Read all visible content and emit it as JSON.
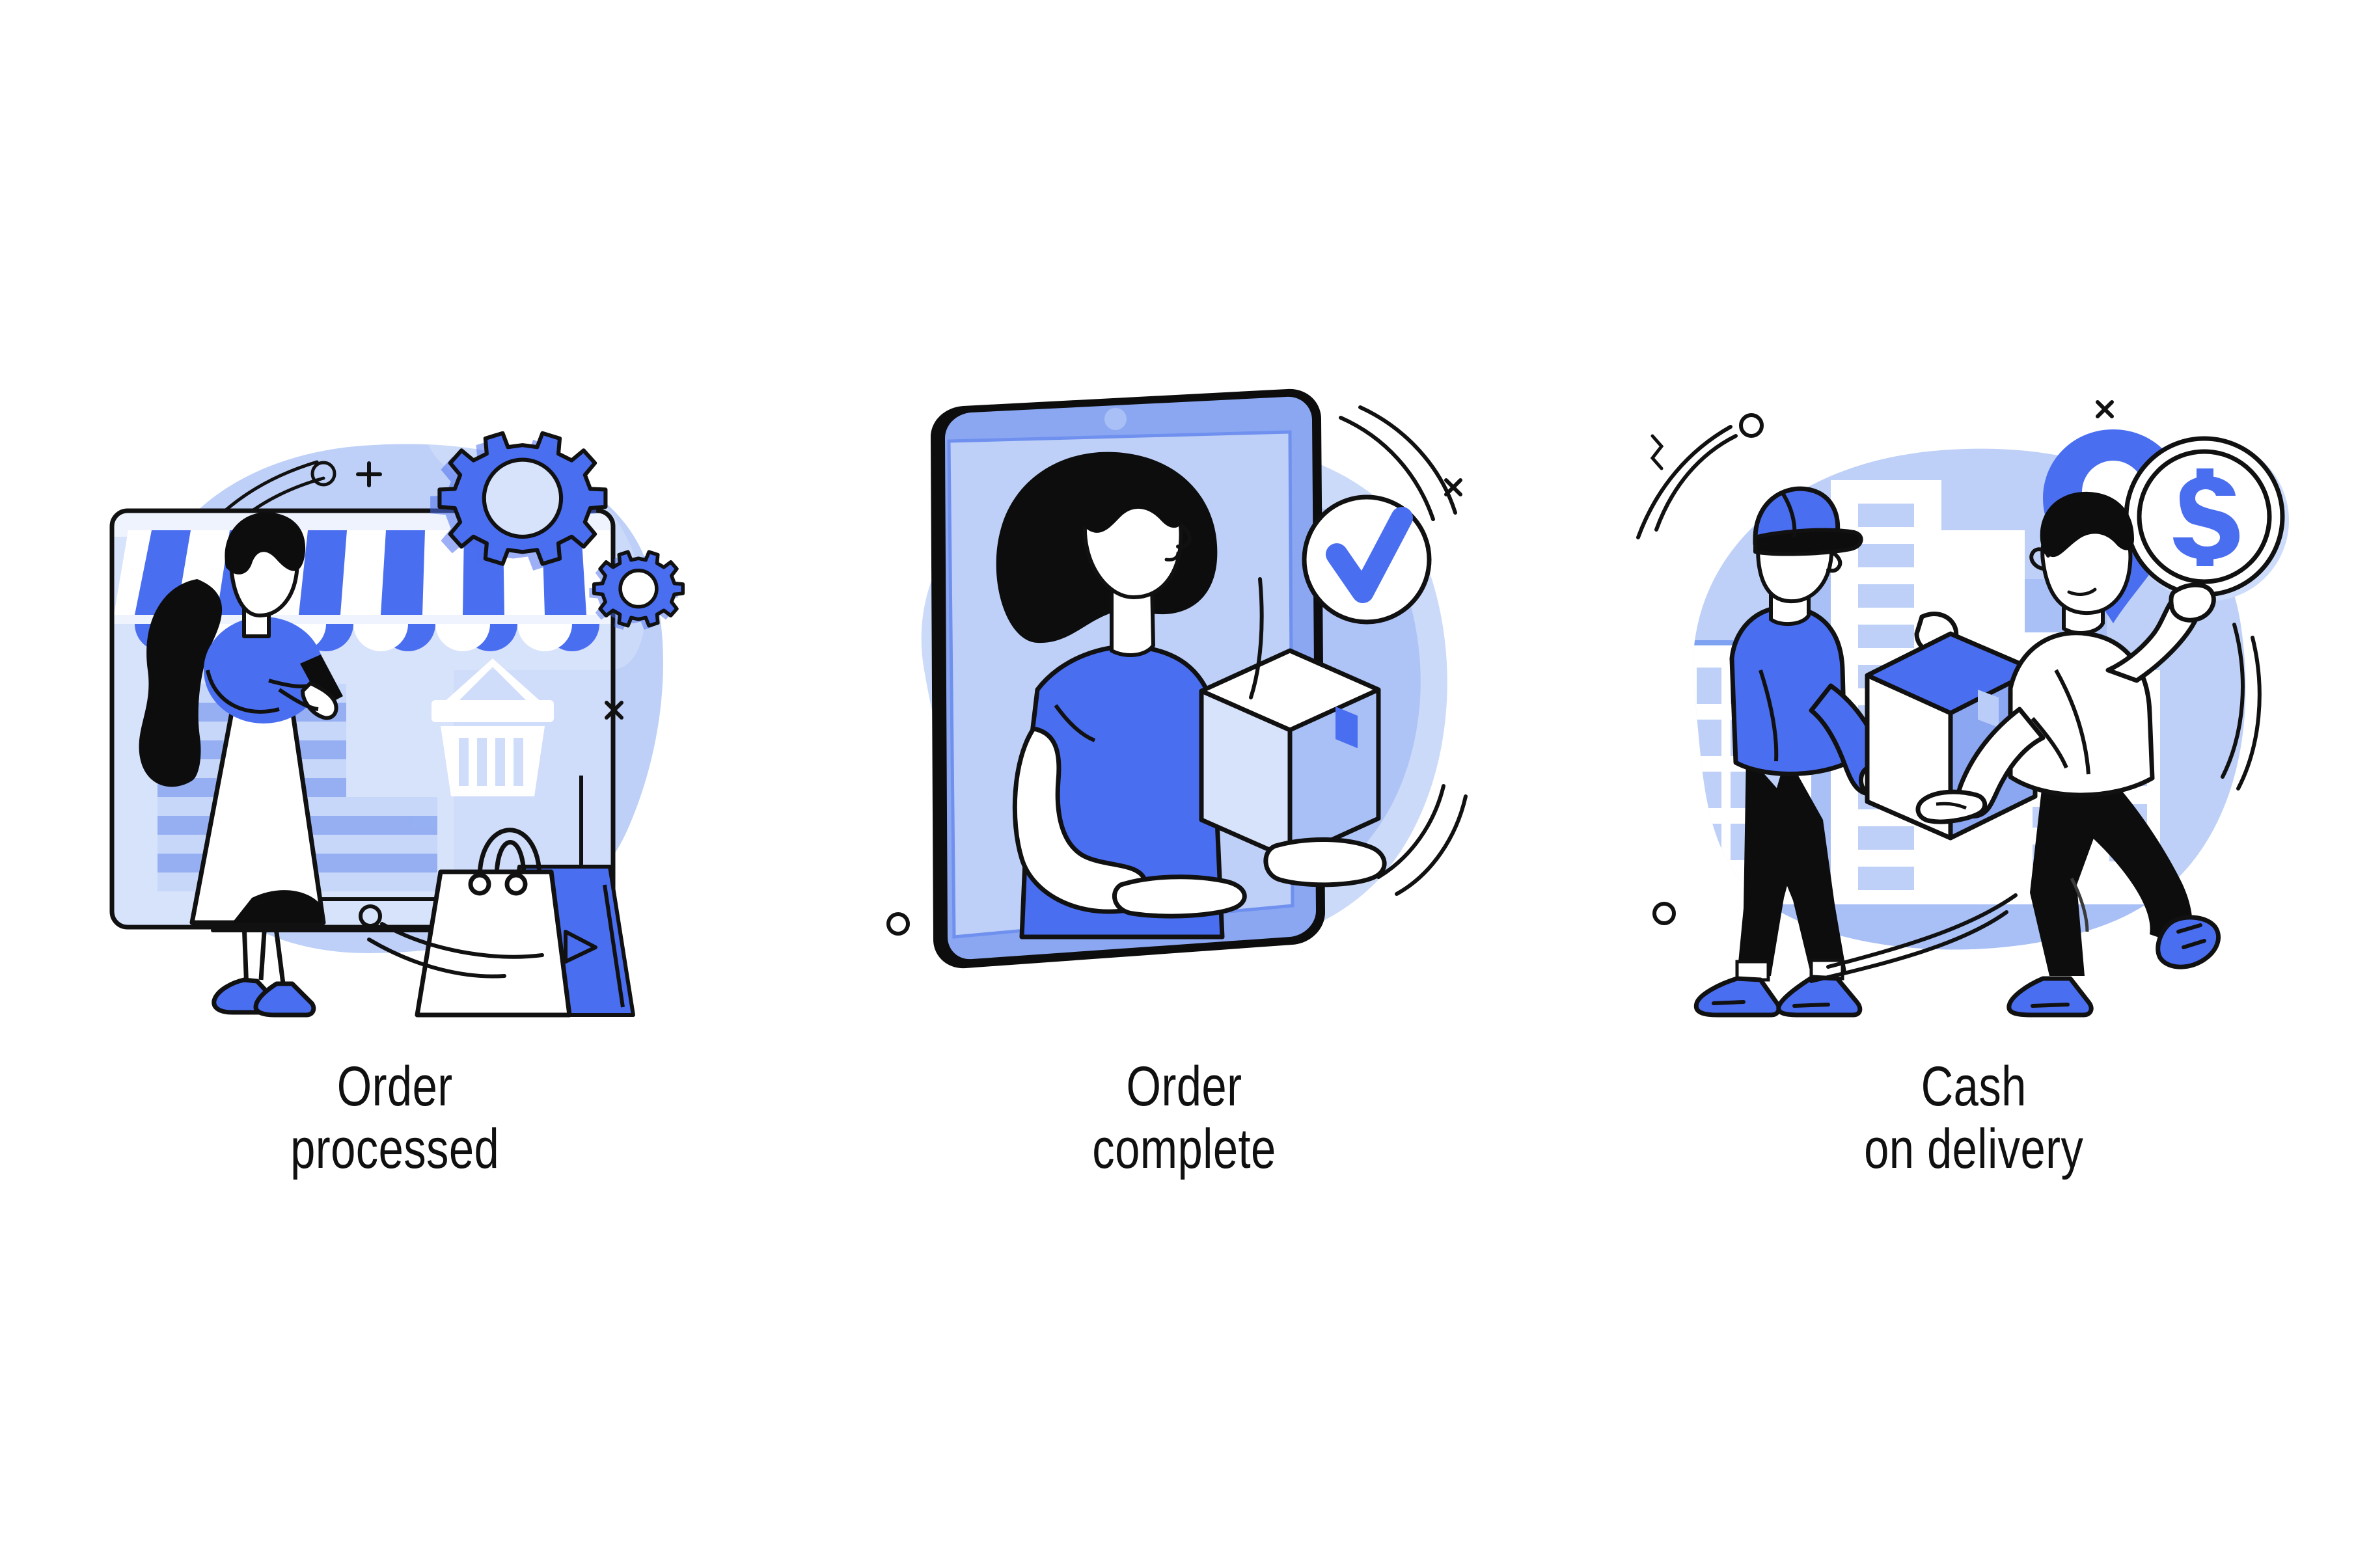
{
  "illustration_set": {
    "theme": "E-commerce order flow flat illustrations",
    "background_color": "#ffffff",
    "palette": {
      "accent_blue": "#4a6ef0",
      "mid_blue": "#8ba7f2",
      "light_blue": "#bed0f7",
      "pale_blue": "#d7e2fb",
      "outline": "#111111",
      "white": "#ffffff",
      "black": "#0d0d0d",
      "text": "#101010"
    },
    "panels": [
      {
        "id": "order-processed",
        "caption_line1": "Order",
        "caption_line2": "processed",
        "scene_elements": [
          "woman-with-phone",
          "storefront-browser-window",
          "striped-awning",
          "shopping-basket-icon",
          "shopping-bag",
          "gear-large",
          "gear-medium",
          "gear-small",
          "sparkle-plus",
          "sparkle-cross",
          "decor-circle",
          "decor-arcs",
          "decor-triangle"
        ]
      },
      {
        "id": "order-complete",
        "caption_line1": "Order",
        "caption_line2": "complete",
        "scene_elements": [
          "smartphone-frame",
          "woman-holding-parcel",
          "cardboard-box",
          "check-badge",
          "sparkle-cross",
          "decor-circle",
          "decor-arcs"
        ]
      },
      {
        "id": "cash-on-delivery",
        "caption_line1": "Cash",
        "caption_line2": "on delivery",
        "scene_elements": [
          "courier-with-cap",
          "customer",
          "parcel-box",
          "dollar-coin",
          "location-pin",
          "city-skyline",
          "sparkle-cross",
          "decor-circle",
          "decor-arcs"
        ]
      }
    ]
  }
}
